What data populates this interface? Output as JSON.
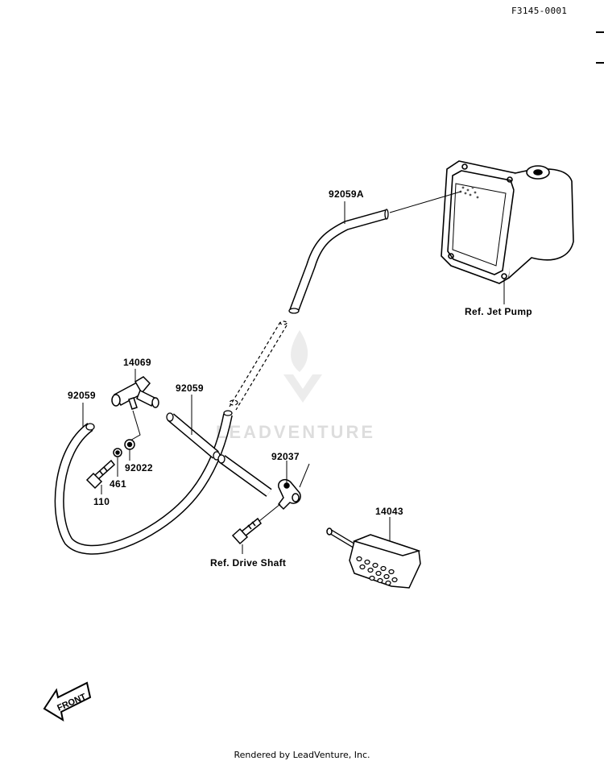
{
  "diagram_code": "F3145-0001",
  "parts": {
    "p92059A": "92059A",
    "p14069": "14069",
    "p92059_left": "92059",
    "p92059_mid": "92059",
    "p92022": "92022",
    "p461": "461",
    "p110": "110",
    "p92037": "92037",
    "p14043": "14043"
  },
  "refs": {
    "jet_pump": "Ref. Jet Pump",
    "drive_shaft": "Ref. Drive Shaft"
  },
  "front_arrow": "FRONT",
  "watermark": "LEADVENTURE",
  "footer": "Rendered by LeadVenture, Inc."
}
